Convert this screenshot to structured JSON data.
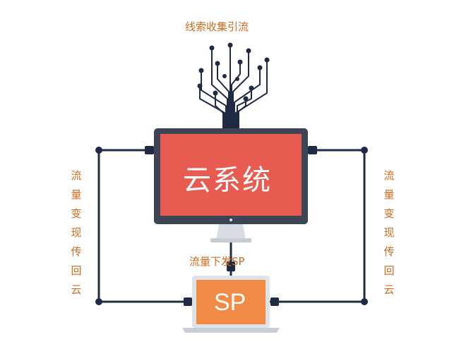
{
  "diagram": {
    "top_label": "线索收集引流",
    "cloud_system_label": "云系统",
    "downstream_label": "流量下发SP",
    "sp_label": "SP",
    "left_label_chars": [
      "流",
      "量",
      "变",
      "现",
      "传",
      "回",
      "云"
    ],
    "right_label_chars": [
      "流",
      "量",
      "变",
      "现",
      "传",
      "回",
      "云"
    ]
  },
  "colors": {
    "monitor_screen": "#e85b50",
    "laptop_screen": "#f08a45",
    "line": "#1f2a44",
    "text_accent": "#d26a1c"
  }
}
